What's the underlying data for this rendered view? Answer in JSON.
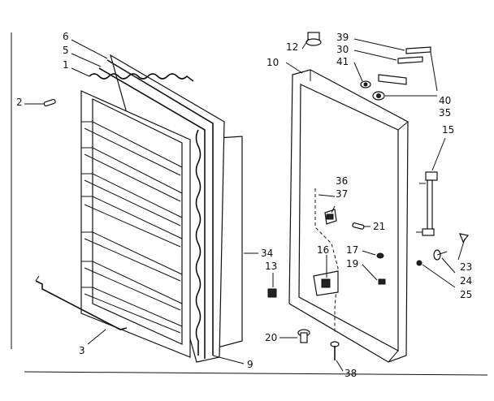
{
  "callouts": {
    "c6": "6",
    "c5": "5",
    "c1": "1",
    "c2": "2",
    "c3": "3",
    "c9": "9",
    "c12": "12",
    "c10": "10",
    "c39": "39",
    "c30": "30",
    "c41": "41",
    "c40": "40",
    "c35": "35",
    "c15": "15",
    "c36": "36",
    "c37": "37",
    "c21": "21",
    "c17": "17",
    "c16": "16",
    "c19": "19",
    "c34": "34",
    "c13": "13",
    "c20": "20",
    "c38": "38",
    "c23": "23",
    "c24": "24",
    "c25": "25"
  },
  "colors": {
    "ink": "#111111",
    "paper": "#ffffff"
  }
}
